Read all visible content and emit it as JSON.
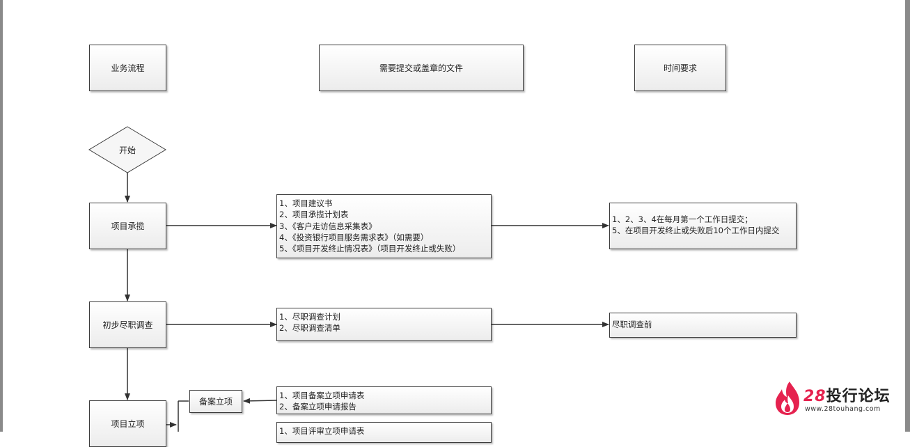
{
  "headers": {
    "process": "业务流程",
    "documents": "需要提交或盖章的文件",
    "time": "时间要求"
  },
  "nodes": {
    "start": "开始",
    "project_undertake": "项目承揽",
    "initial_due_diligence": "初步尽职调查",
    "project_approval": "项目立项",
    "filing_approval": "备案立项"
  },
  "documents": {
    "undertake_docs": [
      "1、项目建议书",
      "2、项目承揽计划表",
      "3、《客户走访信息采集表》",
      "4、《投资银行项目服务需求表》（如需要）",
      "5、《项目开发终止情况表》（项目开发终止或失败）"
    ],
    "due_diligence_docs": [
      "1、尽职调查计划",
      "2、尽职调查清单"
    ],
    "filing_docs": [
      "1、项目备案立项申请表",
      "2、备案立项申请报告"
    ],
    "review_docs": [
      "1、项目评审立项申请表"
    ]
  },
  "time_requirements": {
    "undertake_time": [
      "1、2、3、4在每月第一个工作日提交；",
      "5、在项目开发终止或失败后10个工作日内提交"
    ],
    "due_diligence_time": "尽职调查前"
  },
  "watermark": {
    "number": "28",
    "name": "投行论坛",
    "url": "www.28touhang.com"
  },
  "colors": {
    "line": "#333333",
    "border": "#3c3c3c",
    "watermark_accent": "#e5224f"
  }
}
